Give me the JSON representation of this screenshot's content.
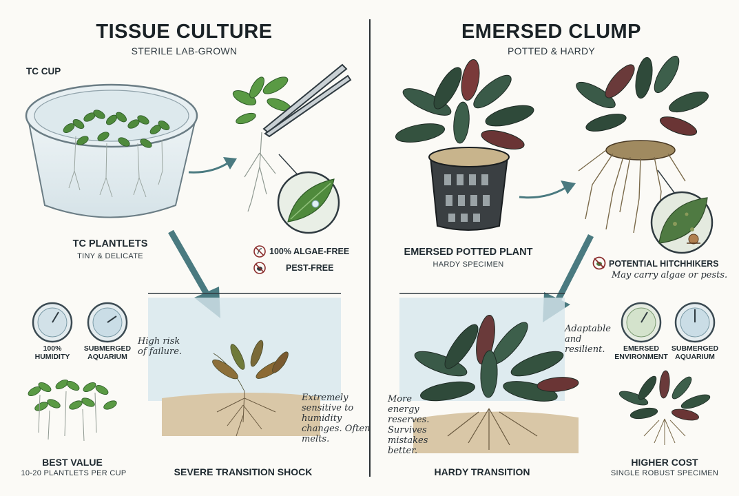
{
  "left": {
    "title": "TISSUE CULTURE",
    "subtitle": "STERILE LAB-GROWN",
    "cup_label": "TC CUP",
    "plantlets_label": "TC PLANTLETS",
    "plantlets_sublabel": "TINY & DELICATE",
    "benefits": [
      "100% ALGAE-FREE",
      "PEST-FREE"
    ],
    "gauges": [
      "100% HUMIDITY",
      "SUBMERGED AQUARIUM"
    ],
    "gauge_note": "High risk of failure.",
    "transition_note": "Extremely sensitive to humidity changes. Often melts.",
    "value_label": "BEST VALUE",
    "value_sublabel": "10-20 PLANTLETS PER CUP",
    "transition_label": "SEVERE TRANSITION SHOCK"
  },
  "right": {
    "title": "EMERSED CLUMP",
    "subtitle": "POTTED & HARDY",
    "potted_label": "EMERSED POTTED PLANT",
    "potted_sublabel": "HARDY SPECIMEN",
    "warning_label": "POTENTIAL HITCHHIKERS",
    "warning_note": "May carry algae or pests.",
    "adapt_note": "Adaptable and resilient.",
    "gauges": [
      "EMERSED ENVIRONMENT",
      "SUBMERGED AQUARIUM"
    ],
    "energy_note": "More energy reserves. Survives mistakes better.",
    "transition_label": "HARDY TRANSITION",
    "cost_label": "HIGHER COST",
    "cost_sublabel": "SINGLE ROBUST SPECIMEN"
  },
  "colors": {
    "leaf": "#4f8a3c",
    "dark_leaf": "#2f4a3a",
    "water": "#cfe3ec",
    "arrow": "#4a7a80",
    "soil": "#d9c7a7"
  }
}
